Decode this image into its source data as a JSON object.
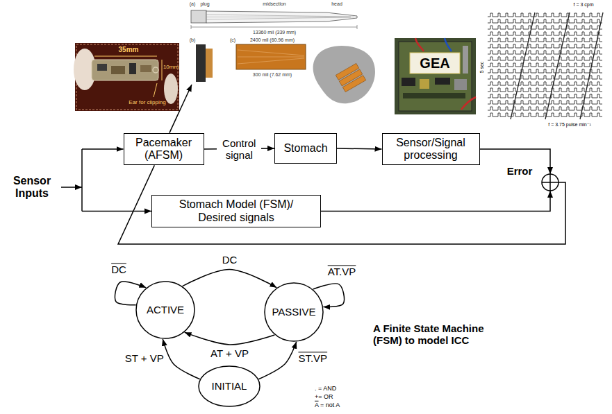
{
  "diagram": {
    "nodes": [
      {
        "text": [
          "Pacemaker (AFSM)"
        ]
      },
      {
        "text": [
          "Stomach"
        ]
      },
      {
        "text": [
          "Sensor/Signal processing"
        ]
      },
      {
        "text": [
          "Stomach Model (FSM)/ Desired signals"
        ]
      },
      {
        "text": [
          "ACTIVE"
        ]
      },
      {
        "text": [
          "PASSIVE"
        ]
      },
      {
        "text": [
          "INITIAL"
        ]
      }
    ],
    "edges": [
      {
        "from": 0,
        "to": 1,
        "label": "Control signal",
        "arrow": "to"
      },
      {
        "from": 1,
        "to": 2,
        "arrow": "to"
      },
      {
        "from": 4,
        "to": 5,
        "label": "DC",
        "arrow": "to"
      },
      {
        "from": 5,
        "to": 4,
        "label": "AT + VP",
        "arrow": "to"
      },
      {
        "from": 4,
        "to": 4,
        "label": "DC",
        "arrow": "to"
      },
      {
        "from": 5,
        "to": 5,
        "label": "AT.VP",
        "arrow": "to"
      },
      {
        "from": 6,
        "to": 4,
        "label": "ST + VP",
        "arrow": "to"
      },
      {
        "from": 6,
        "to": 5,
        "label": "ST.VP",
        "arrow": "to"
      }
    ],
    "labels": [
      "35mm",
      "10mm",
      "Ear for clipping",
      "(a)",
      "plug",
      "midsection",
      "head",
      "13360 mil (339 mm)",
      "(b)",
      "(c)",
      "2400 mil (60.96 mm)",
      "300 mil (7.62 mm)",
      "GEA",
      "f = 3 cpm",
      "f = 3.75 pulse min⁻¹",
      "5 sec",
      "Sensor Inputs",
      "Error",
      "A Finite State Machine (FSM) to model ICC",
      ". = AND",
      "+= OR",
      "A = not A"
    ]
  }
}
